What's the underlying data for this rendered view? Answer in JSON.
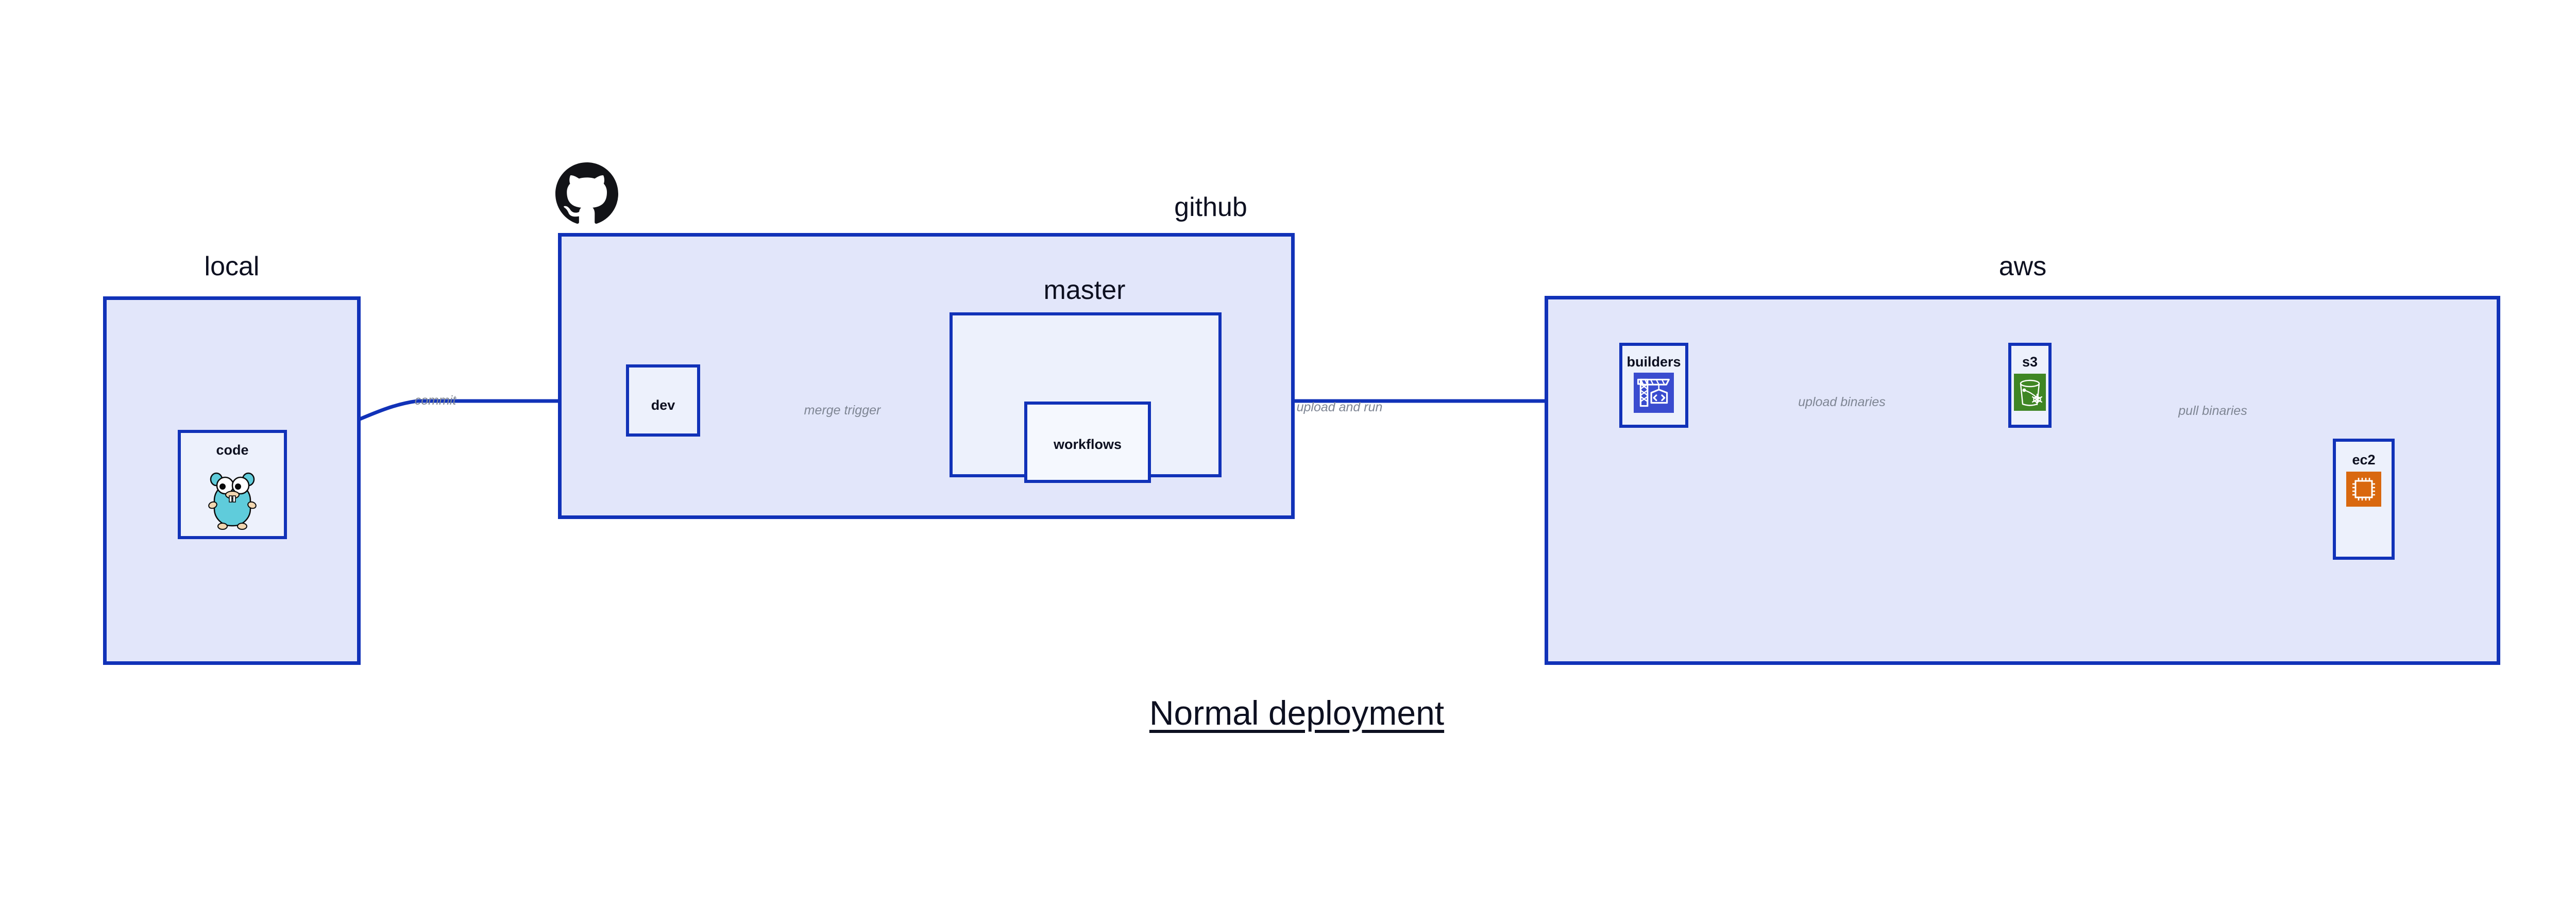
{
  "title": "Normal deployment",
  "colors": {
    "group_fill": "#e2e6fa",
    "node_fill": "#edf1fc",
    "border": "#1132b8",
    "edge_line": "#1132b8",
    "edge_label": "#7f8694",
    "text": "#0d1020",
    "codebuild_orange": "#d9680f",
    "codebuild_blue": "#3a4ccf",
    "s3_green": "#3f8624",
    "gopher_cyan": "#5fccdb"
  },
  "groups": [
    {
      "id": "local",
      "label": "local"
    },
    {
      "id": "github",
      "label": "github"
    },
    {
      "id": "master",
      "label": "master"
    },
    {
      "id": "aws",
      "label": "aws"
    }
  ],
  "nodes": [
    {
      "id": "code",
      "label": "code",
      "icon": "go-gopher-icon"
    },
    {
      "id": "dev",
      "label": "dev",
      "icon": ""
    },
    {
      "id": "workflows",
      "label": "workflows",
      "icon": ""
    },
    {
      "id": "builders",
      "label": "builders",
      "icon": "aws-codebuild-icon"
    },
    {
      "id": "s3",
      "label": "s3",
      "icon": "aws-s3-glacier-icon"
    },
    {
      "id": "ec2",
      "label": "ec2",
      "icon": "aws-ec2-icon"
    }
  ],
  "edges": [
    {
      "id": "commit",
      "from": "code",
      "to": "dev",
      "label": "commit"
    },
    {
      "id": "merge-trigger",
      "from": "dev",
      "to": "workflows",
      "label": "merge trigger"
    },
    {
      "id": "upload-and-run",
      "from": "workflows",
      "to": "builders",
      "label": "upload and run"
    },
    {
      "id": "upload-binaries",
      "from": "builders",
      "to": "s3",
      "label": "upload binaries"
    },
    {
      "id": "pull-binaries",
      "from": "s3",
      "to": "ec2",
      "label": "pull binaries"
    }
  ],
  "icons": {
    "github_logo": "github-logo-icon"
  }
}
